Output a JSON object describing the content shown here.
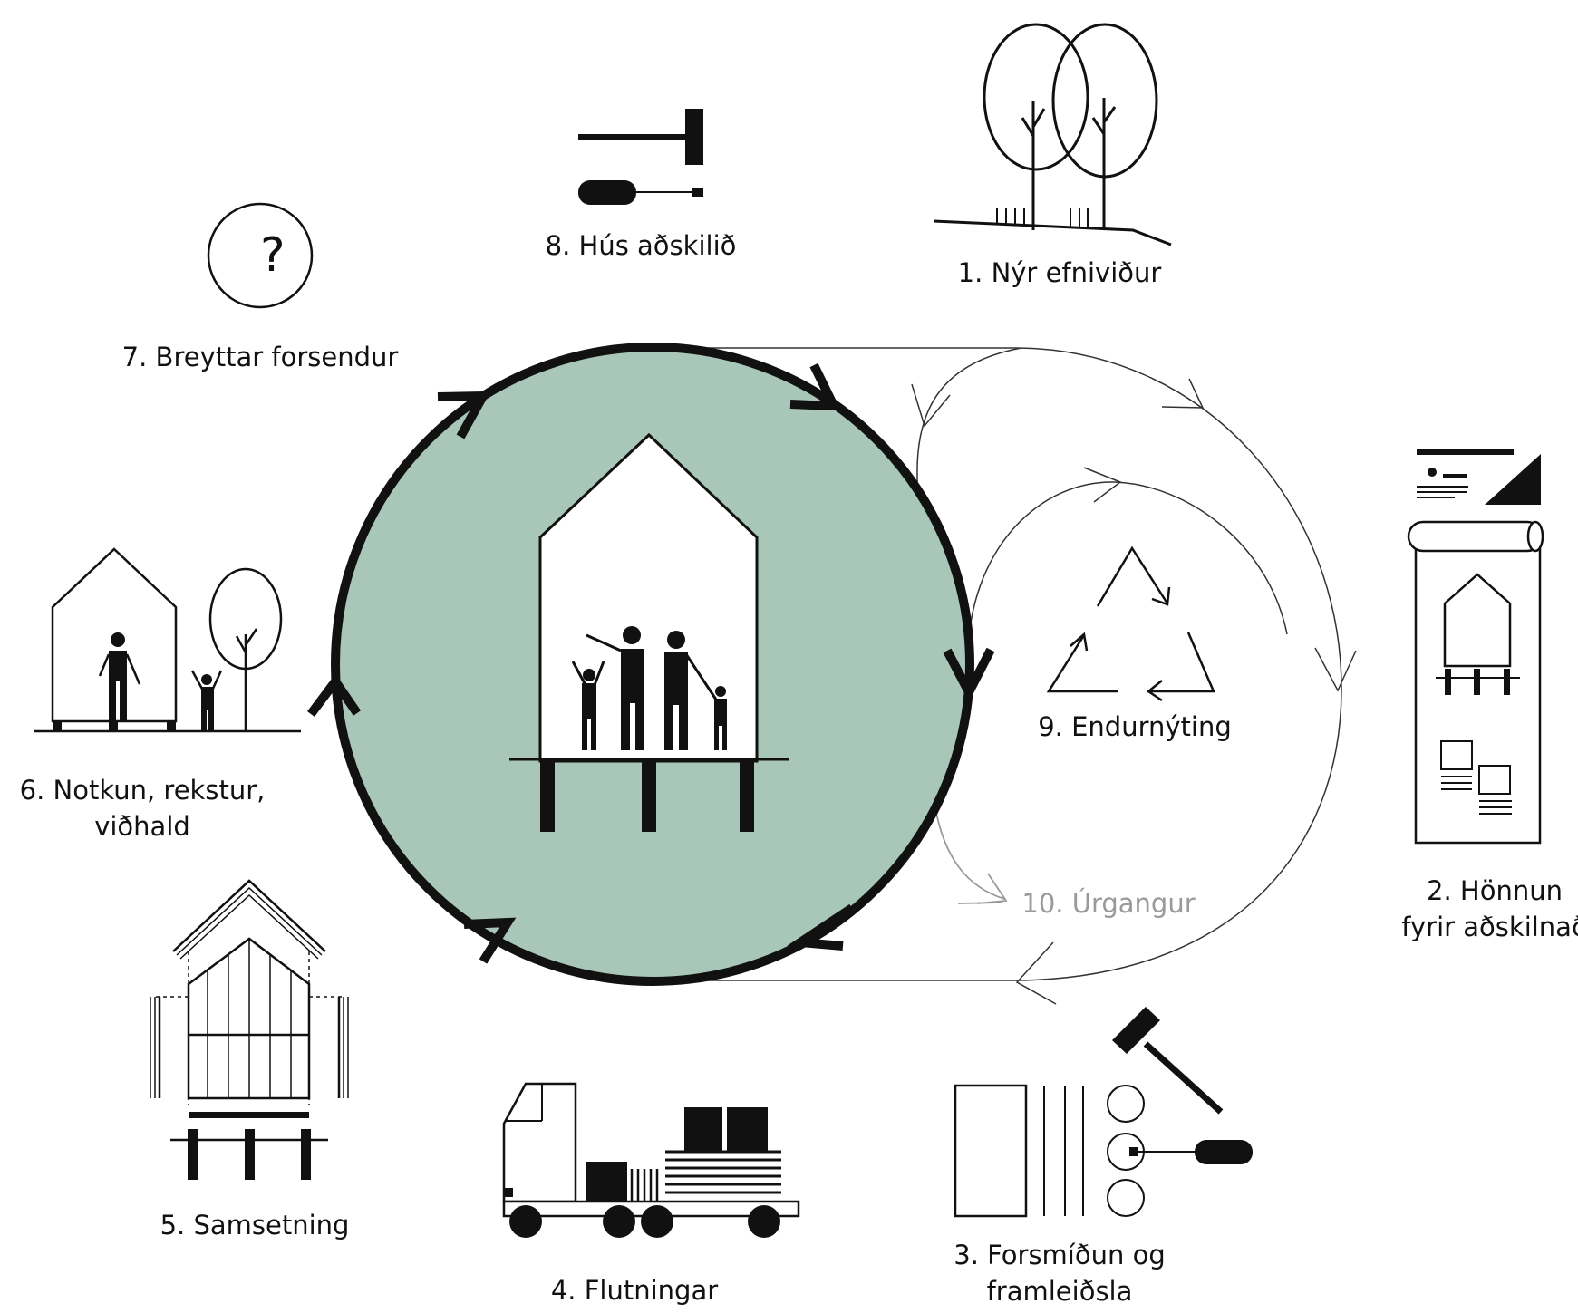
{
  "diagram": {
    "colors": {
      "circle_fill": "#a8c7b8",
      "stroke": "#111111",
      "muted": "#9a9a9a",
      "background": "#ffffff"
    },
    "center_icon": "house-with-family-icon",
    "question_mark": "?",
    "steps": [
      {
        "key": "s1",
        "label": "1. Nýr efniviður",
        "icon": "trees-icon"
      },
      {
        "key": "s2",
        "label_lines": [
          "2. Hönnun",
          "fyrir aðskilnað"
        ],
        "icon": "design-drawing-icon"
      },
      {
        "key": "s3",
        "label_lines": [
          "3. Forsmíðun og",
          "framleiðsla"
        ],
        "icon": "prefabrication-icon"
      },
      {
        "key": "s4",
        "label": "4. Flutningar",
        "icon": "truck-icon"
      },
      {
        "key": "s5",
        "label": "5. Samsetning",
        "icon": "assembly-icon"
      },
      {
        "key": "s6",
        "label_lines": [
          "6. Notkun, rekstur,",
          "viðhald"
        ],
        "icon": "house-in-use-icon"
      },
      {
        "key": "s7",
        "label": "7. Breyttar forsendur",
        "icon": "question-icon"
      },
      {
        "key": "s8",
        "label": "8. Hús aðskilið",
        "icon": "hammer-screwdriver-icon"
      },
      {
        "key": "s9",
        "label": "9. Endurnýting",
        "icon": "recycle-icon"
      },
      {
        "key": "s10",
        "label": "10. Úrgangur",
        "icon": "waste-arrow-icon",
        "muted": true
      }
    ]
  }
}
